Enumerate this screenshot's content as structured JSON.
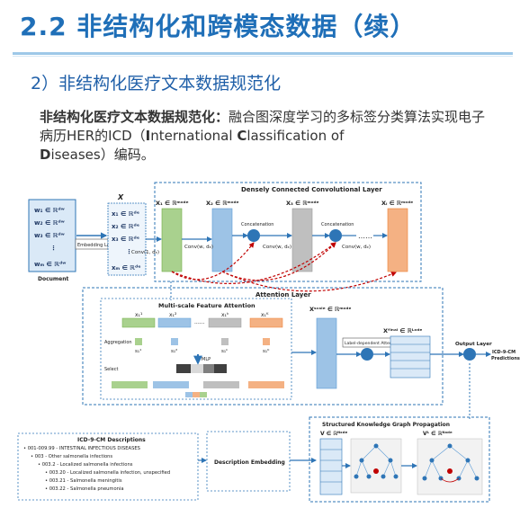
{
  "slide": {
    "title": "2.2 非结构化和跨模态数据（续）",
    "subtitle": "2）非结构化医疗文本数据规范化",
    "desc_bold": "非结构化医疗文本数据规范化：",
    "desc_text_1": "融合图深度学习的多标签分类算法实现电子病历HER的ICD（",
    "desc_I": "I",
    "desc_nternational": "nternational ",
    "desc_C": "C",
    "desc_lassification": "lassification of",
    "desc_D": "D",
    "desc_iseases": "iseases）编码。"
  },
  "figure": {
    "dcl_title": "Densely Connected Convolutional Layer",
    "doc_label": "Document",
    "embedding_label": "Embedding Layer",
    "x_label": "X",
    "doc_rows": [
      "w₁ ∈ ℝᵈʷ",
      "w₂ ∈ ℝᵈʷ",
      "w₃ ∈ ℝᵈʷ",
      "⋮",
      "wₘ ∈ ℝᵈʷ"
    ],
    "x_rows": [
      "x₁ ∈ ℝᵈᵉ",
      "x₂ ∈ ℝᵈᵉ",
      "x₃ ∈ ℝᵈᵉ",
      "⋮",
      "xₘ ∈ ℝᵈᵉ"
    ],
    "x1_label": "X₁ ∈ ℝᵐˣᵈᵉ",
    "x2_label": "X₂ ∈ ℝᵐˣᵈᵉ",
    "x3_label": "X₃ ∈ ℝᵐˣᵈᵉ",
    "xl_label": "Xₗ ∈ ℝᵐˣᵈᵉ",
    "conv1": "Conv(1, dₑ)",
    "conv2": "Conv(w, dₑ)",
    "conv3": "Conv(w, dₑ)",
    "conv4": "Conv(w, dₑ)",
    "concat": "Concatenation",
    "attn_title": "Attention Layer",
    "msfa_title": "Multi-scale Feature Attention",
    "aggregation": "Aggregation",
    "select": "Select",
    "mlp": "MLP",
    "xscale": "Xˢᶜᵃˡᵉ ∈ ℝᵐˣᵈᵉ",
    "xfinal": "Xᶠⁱⁿᵃˡ ∈ ℝᴸˣᵈᵉ",
    "label_attn": "Label-dependent Attention",
    "output_layer": "Output Layer",
    "pred1": "ICD-9-CM",
    "pred2": "Predictions",
    "skg_title": "Structured Knowledge Graph Propagation",
    "v_label": "V ∈ ℝᴺˣᵈᵉ",
    "vl_label": "Vᴸ ∈ ℝᴺˣᵈᵉ",
    "desc_embedding": "Description Embedding",
    "icd_title": "ICD-9-CM Descriptions",
    "icd_items": [
      "• 001-009.99 - INTESTINAL INFECTIOUS DISEASES",
      "• 003 - Other salmonella infections",
      "• 003.2 - Localized salmonella infections",
      "• 003.20 - Localized salmonella infection, unspecified",
      "• 003.21 - Salmonella meningitis",
      "• 003.22 - Salmonella pneumonia"
    ],
    "s_labels": [
      "x₁¹",
      "x₁²",
      "x₁ᵏ",
      "x₁ᴷ"
    ],
    "agg_labels": [
      "s₁¹",
      "s₁²",
      "s₁ᵏ",
      "s₁ᴷ"
    ],
    "dots": "……",
    "dots2": "······"
  },
  "colors": {
    "title_blue": "#1f6fb8",
    "green": "#a9d18e",
    "blue": "#9dc3e6",
    "gray": "#bfbfbf",
    "orange": "#f4b183",
    "circle_blue": "#2e75b6"
  }
}
